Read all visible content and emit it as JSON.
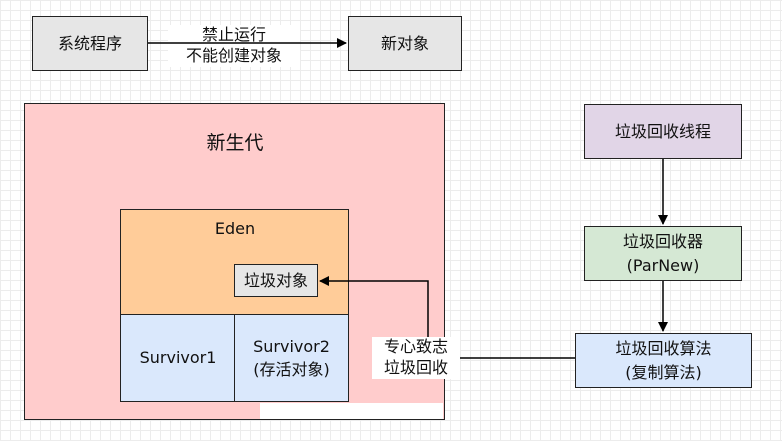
{
  "top": {
    "system_program": "系统程序",
    "arrow_label_line1": "禁止运行",
    "arrow_label_line2": "不能创建对象",
    "new_object": "新对象"
  },
  "young_gen": {
    "title": "新生代",
    "eden": "Eden",
    "garbage_object": "垃圾对象",
    "survivor1": "Survivor1",
    "survivor2_line1": "Survivor2",
    "survivor2_line2": "(存活对象)"
  },
  "gc": {
    "thread": "垃圾回收线程",
    "collector_line1": "垃圾回收器",
    "collector_line2": "(ParNew)",
    "algorithm_line1": "垃圾回收算法",
    "algorithm_line2": "(复制算法)",
    "focus_label_line1": "专心致志",
    "focus_label_line2": "垃圾回收"
  },
  "colors": {
    "young_gen_bg": "#ffcccc",
    "eden_bg": "#ffcc99",
    "survivor_bg": "#dae8fc",
    "thread_bg": "#e1d5e7",
    "collector_bg": "#d5e8d4",
    "algorithm_bg": "#dae8fc",
    "neutral_bg": "#e6e6e6"
  }
}
